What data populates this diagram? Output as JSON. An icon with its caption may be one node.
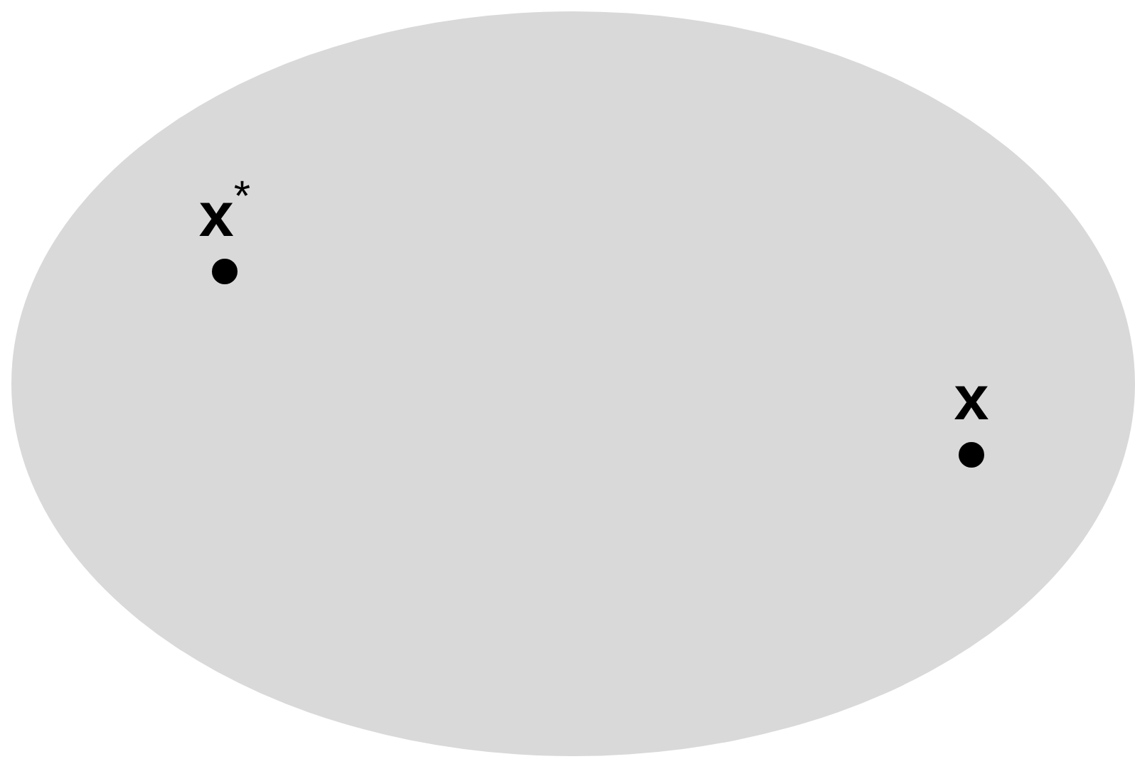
{
  "diagram": {
    "nodes": [
      {
        "text": [],
        "shape": "ellipse"
      },
      {
        "text": [
          "x$^{*}$"
        ],
        "in": 0
      },
      {
        "text": [
          "x"
        ],
        "in": 0
      }
    ]
  }
}
